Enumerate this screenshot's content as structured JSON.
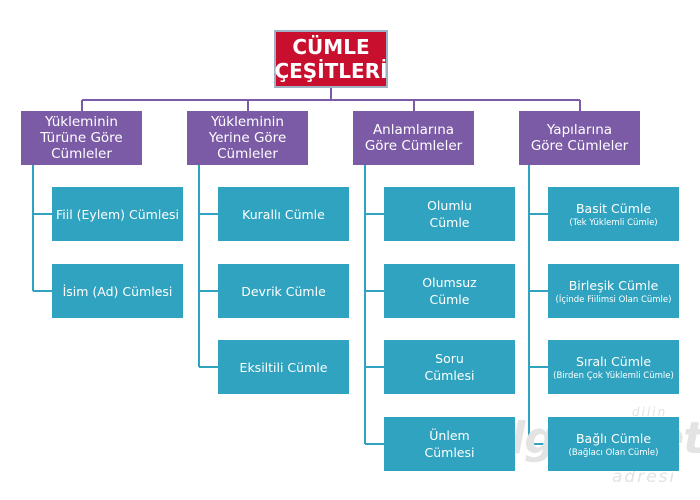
{
  "title": {
    "line1": "CÜMLE",
    "line2": "ÇEŞİTLERİ"
  },
  "categories": [
    {
      "lines": [
        "Yükleminin",
        "Türüne Göre",
        "Cümleler"
      ],
      "items": [
        {
          "label": "Fiil (Eylem) Cümlesi",
          "sub": ""
        },
        {
          "label": "İsim (Ad) Cümlesi",
          "sub": ""
        }
      ]
    },
    {
      "lines": [
        "Yükleminin",
        "Yerine Göre",
        "Cümleler"
      ],
      "items": [
        {
          "label": "Kurallı Cümle",
          "sub": ""
        },
        {
          "label": "Devrik Cümle",
          "sub": ""
        },
        {
          "label": "Eksiltili Cümle",
          "sub": ""
        }
      ]
    },
    {
      "lines": [
        "Anlamlarına",
        "Göre Cümleler"
      ],
      "items": [
        {
          "label": "Olumlu\nCümle",
          "sub": ""
        },
        {
          "label": "Olumsuz\nCümle",
          "sub": ""
        },
        {
          "label": "Soru\nCümlesi",
          "sub": ""
        },
        {
          "label": "Ünlem\nCümlesi",
          "sub": ""
        }
      ]
    },
    {
      "lines": [
        "Yapılarına",
        "Göre Cümleler"
      ],
      "items": [
        {
          "label": "Basit Cümle",
          "sub": "(Tek Yüklemli Cümle)"
        },
        {
          "label": "Birleşik Cümle",
          "sub": "(İçinde Fiilimsi Olan Cümle)"
        },
        {
          "label": "Sıralı Cümle",
          "sub": "(Birden Çok Yüklemli Cümle)"
        },
        {
          "label": "Bağlı Cümle",
          "sub": "(Bağlacı Olan Cümle)"
        }
      ]
    }
  ],
  "watermark": {
    "top": "dilin",
    "main": "DilBilgisi.net",
    "bottom": "adresi"
  },
  "colors": {
    "root": "#c8102e",
    "category": "#7b5aa6",
    "leaf": "#2fa3bf",
    "line": "#7b5aa6",
    "leaf_line": "#2fa3bf"
  }
}
